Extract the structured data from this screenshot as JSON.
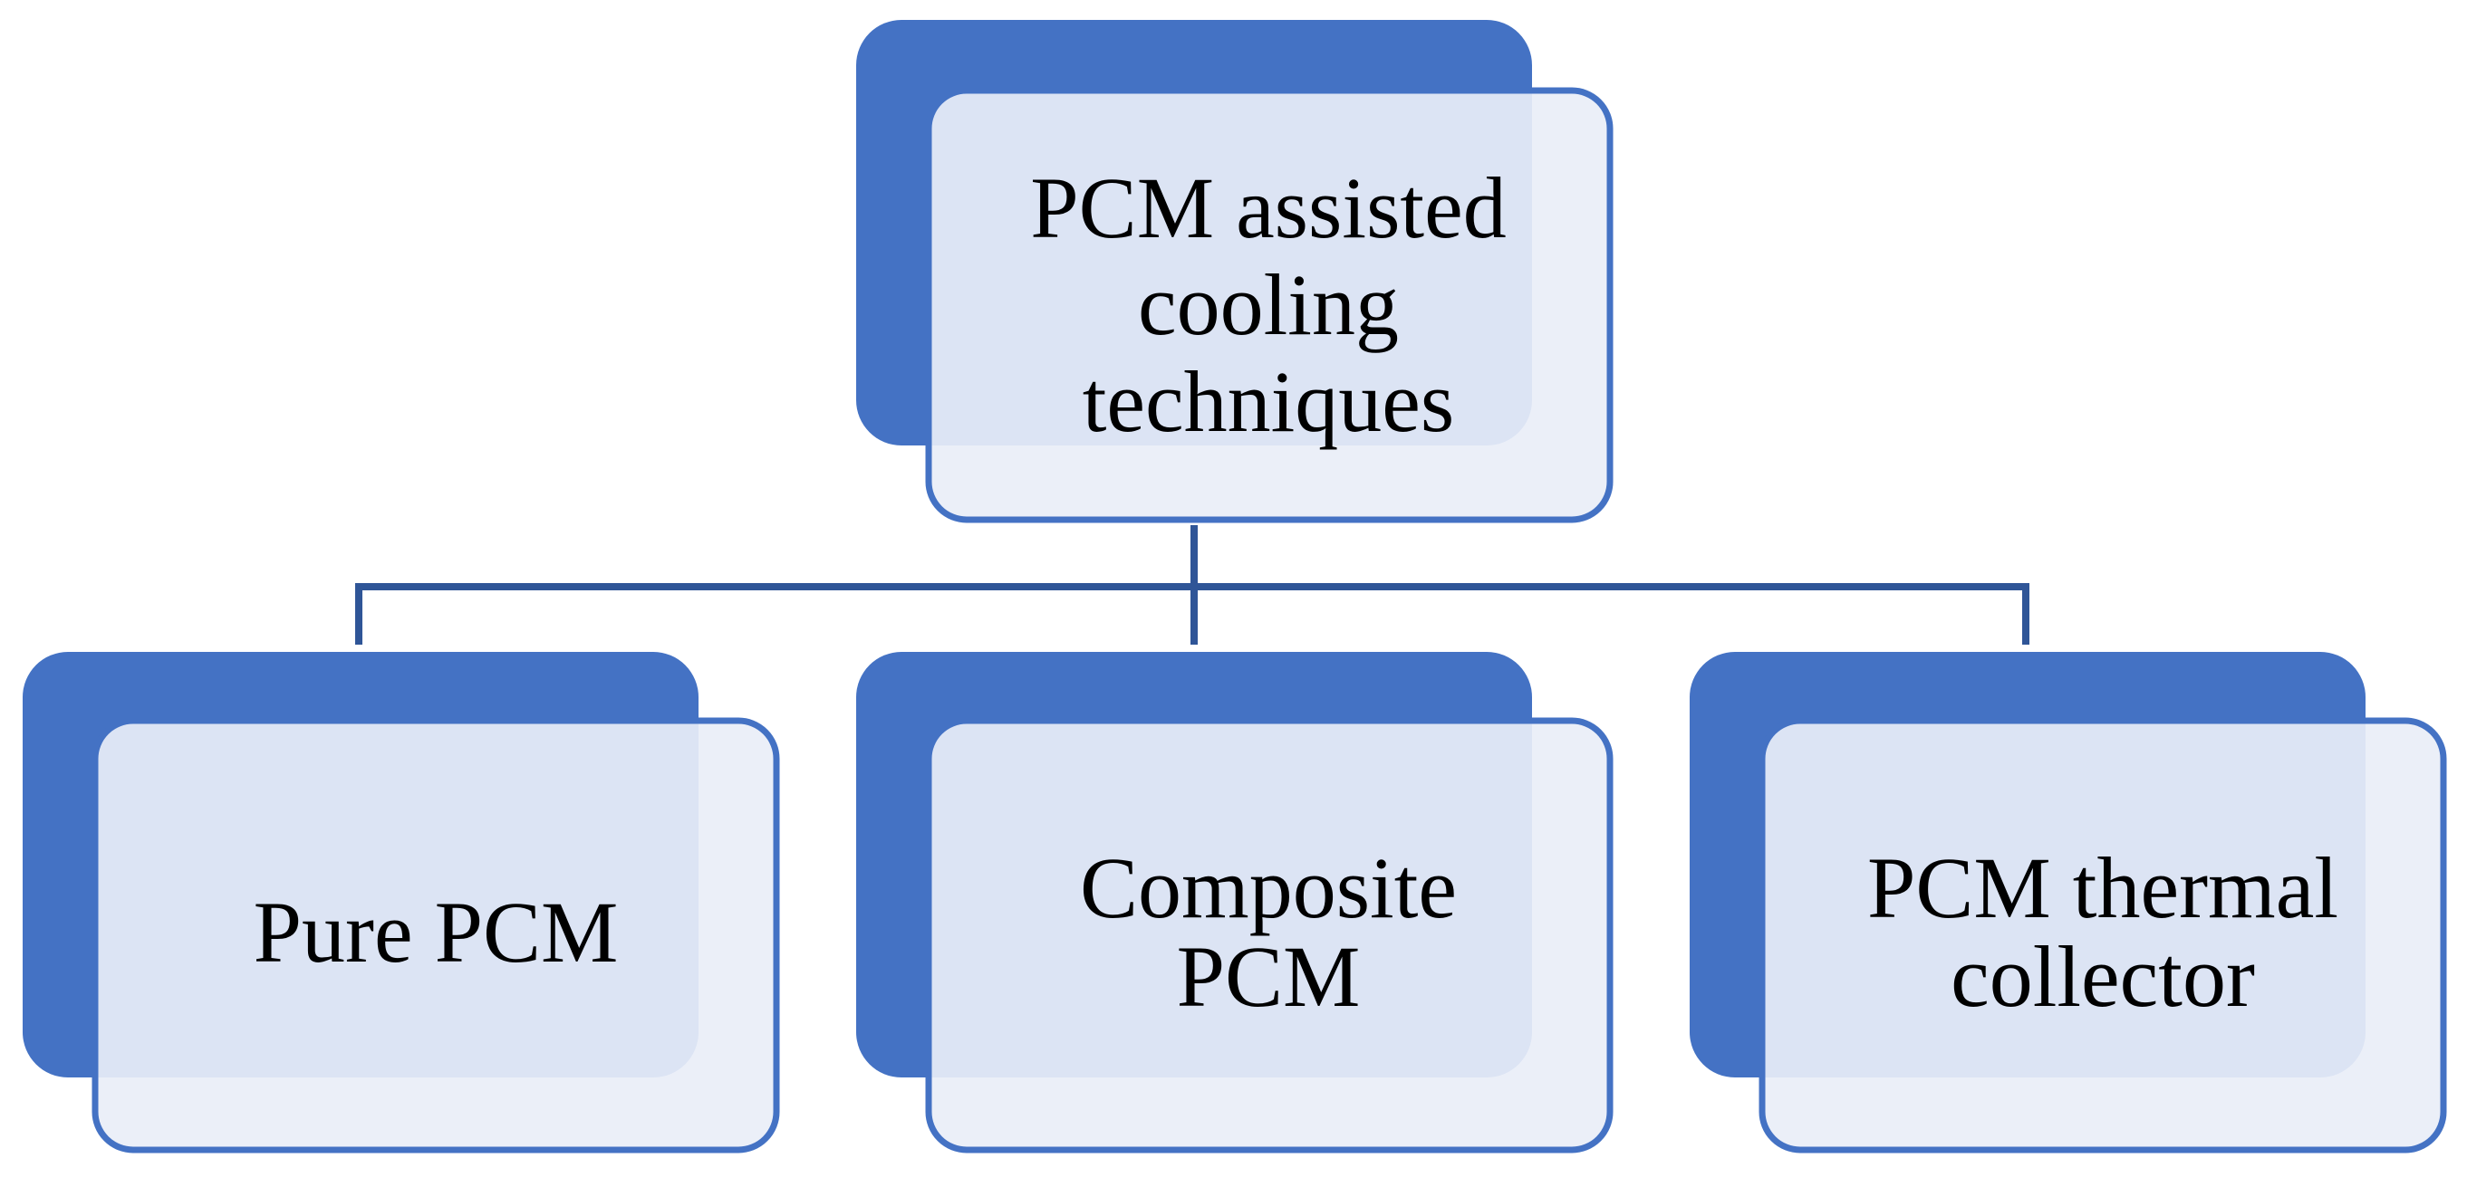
{
  "colors": {
    "accent": "#4472C4",
    "panel_fill": "#E9EEF7",
    "connector": "#2F5597",
    "text": "#000000"
  },
  "root": {
    "lines": [
      "PCM assisted",
      "cooling",
      "techniques"
    ]
  },
  "children": [
    {
      "lines": [
        "Pure PCM"
      ]
    },
    {
      "lines": [
        "Composite",
        "PCM"
      ]
    },
    {
      "lines": [
        "PCM thermal",
        "collector"
      ]
    }
  ]
}
